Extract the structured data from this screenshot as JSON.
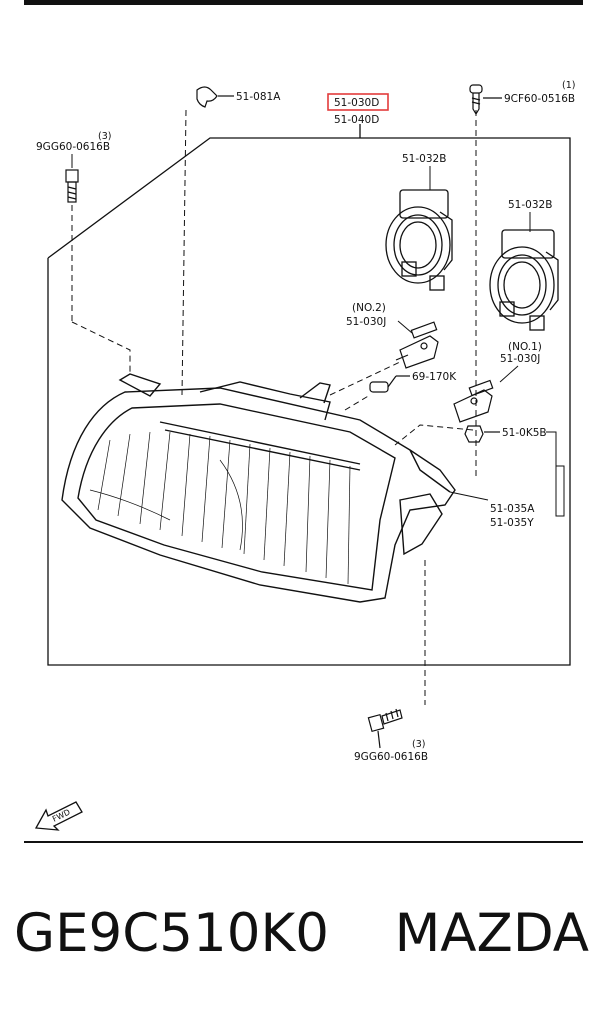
{
  "labels": {
    "clip": "51-081A",
    "bulb_highlight": "51-030D",
    "headlamp": "51-040D",
    "screw_right": "9CF60-0516B",
    "screw_right_qty": "(1)",
    "bolt_top": "9GG60-0616B",
    "bolt_top_qty": "(3)",
    "socket_left": "51-032B",
    "socket_right": "51-032B",
    "no2": "(NO.2)",
    "bulb_no2": "51-030J",
    "bulb_small": "69-170K",
    "no1": "(NO.1)",
    "bulb_no1": "51-030J",
    "socket_k5b": "51-0K5B",
    "bracket_a": "51-035A",
    "bracket_y": "51-035Y",
    "bolt_bottom": "9GG60-0616B",
    "bolt_bottom_qty": "(3)",
    "fwd": "FWD"
  },
  "colors": {
    "highlight": "#e23b3b",
    "line": "#111111"
  },
  "footer": {
    "part_number": "GE9C510K0",
    "brand": "MAZDA"
  }
}
